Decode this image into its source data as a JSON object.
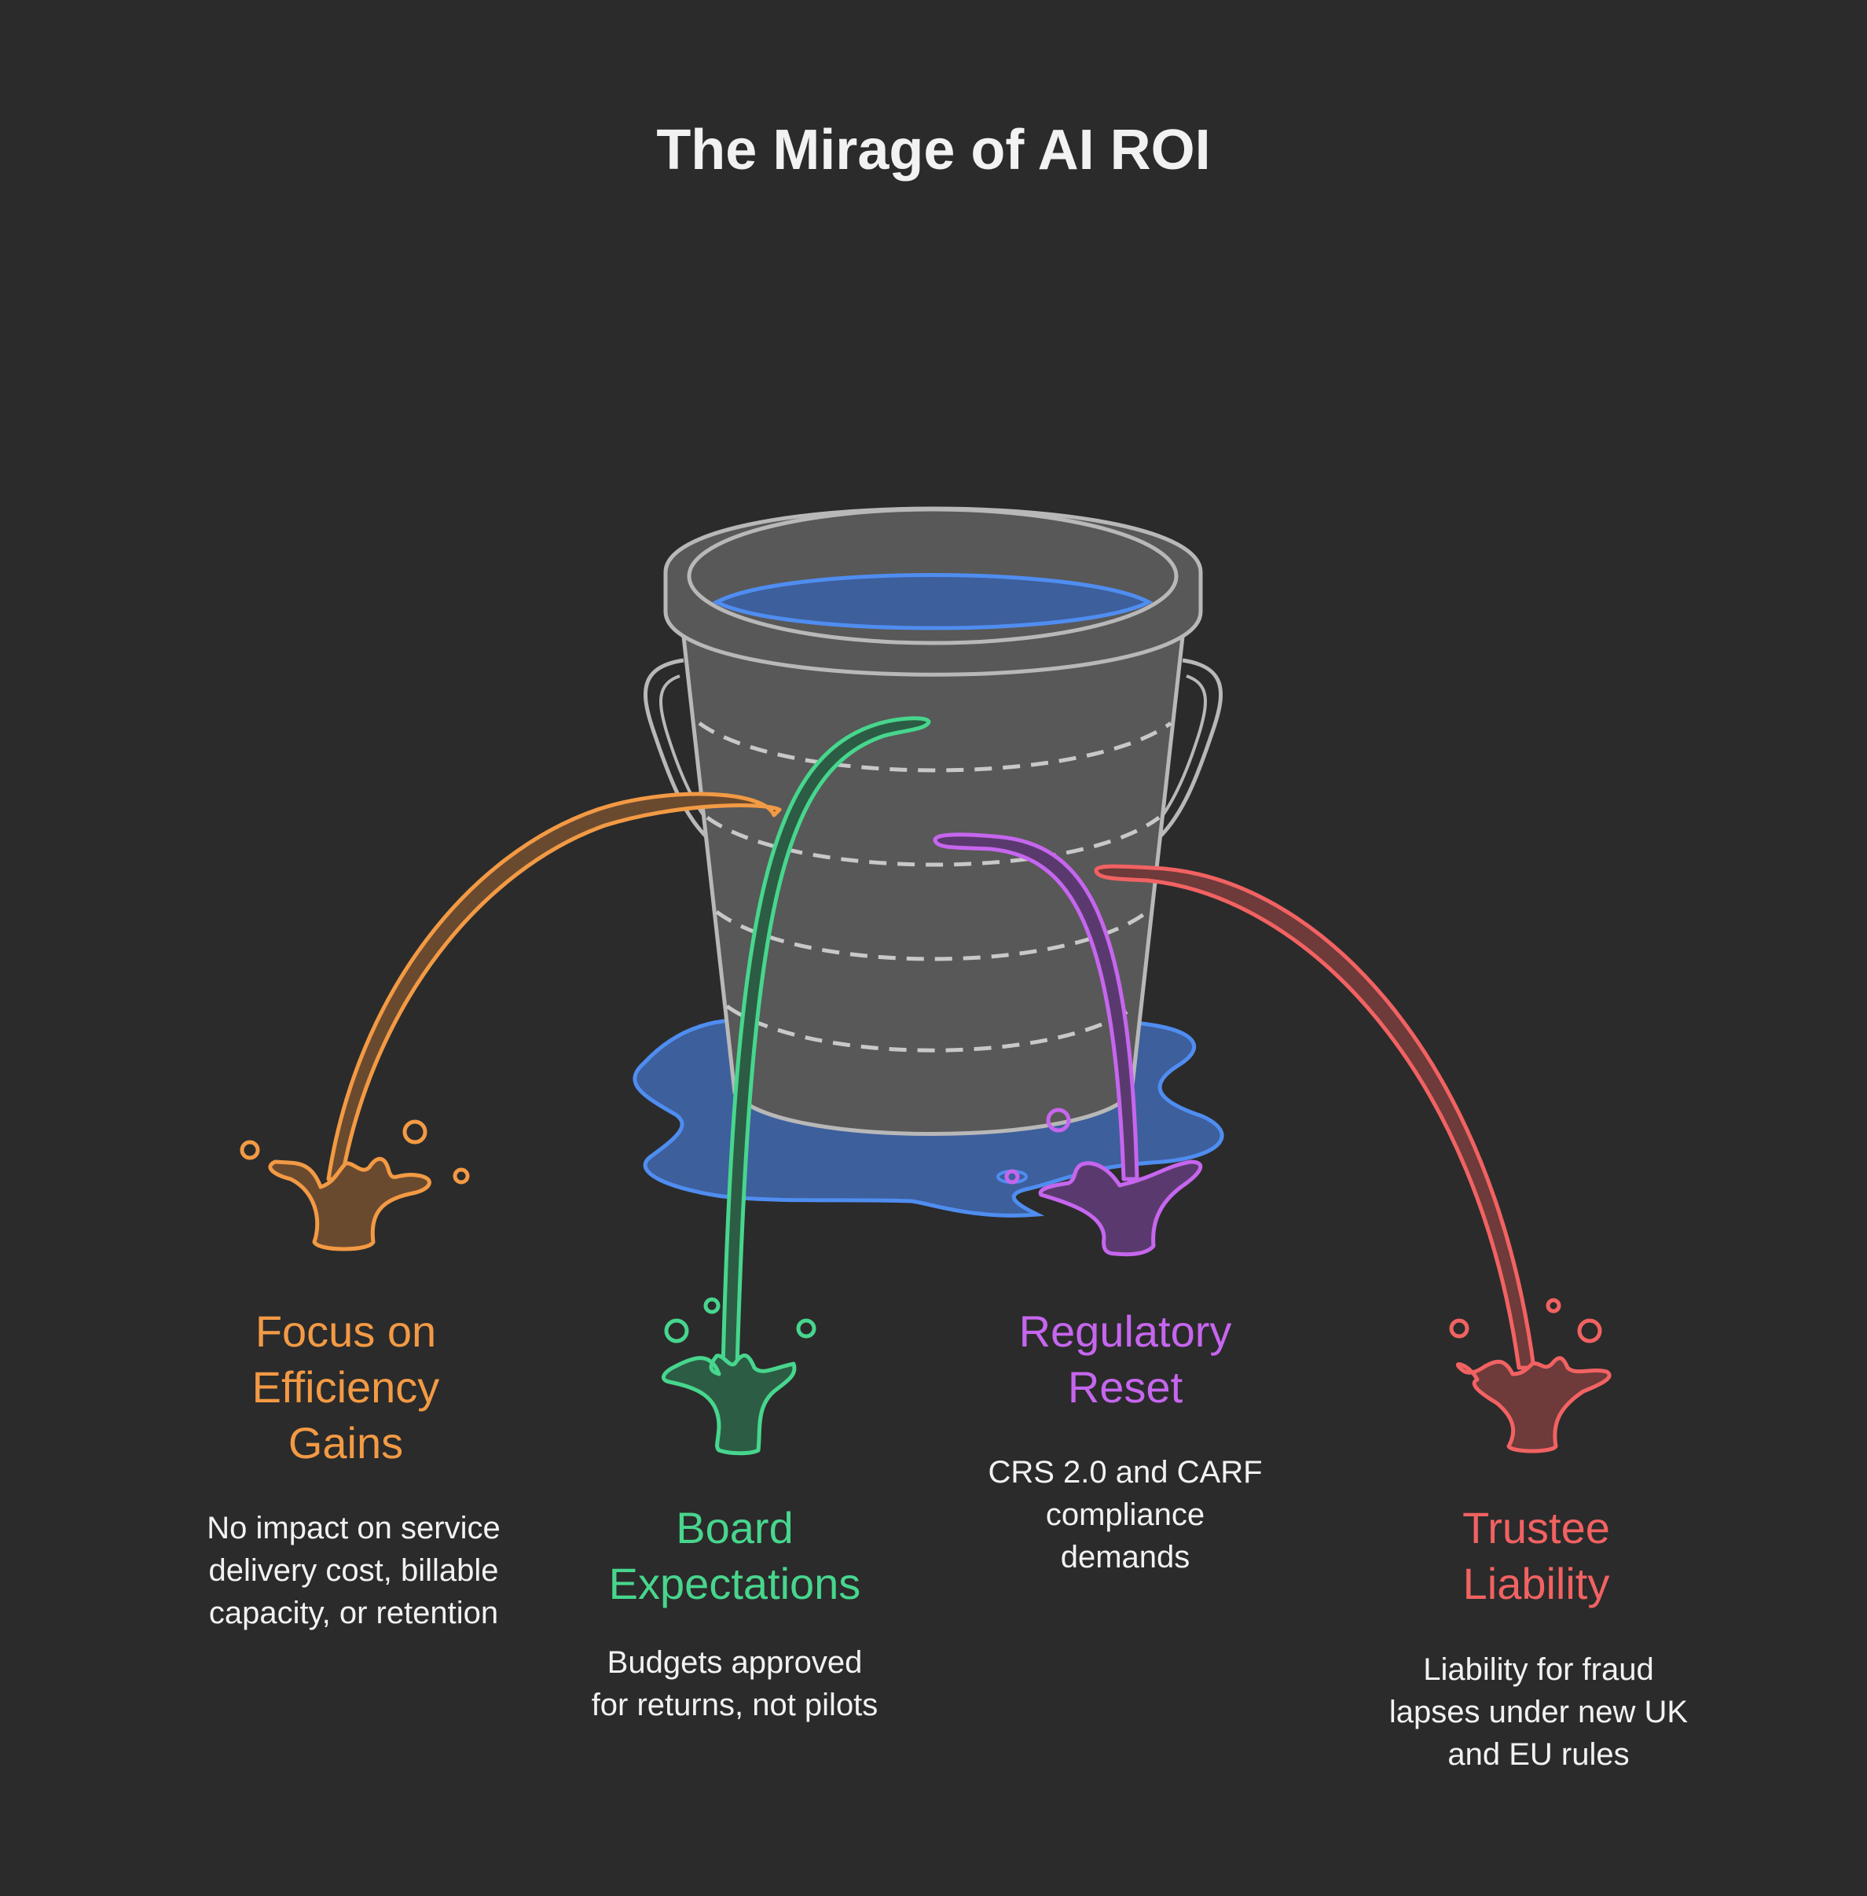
{
  "title": "The Mirage of AI ROI",
  "colors": {
    "background": "#2b2b2b",
    "bucket_fill": "#585858",
    "bucket_stroke": "#b8b8b8",
    "water": "#3d5f9c",
    "water_stroke": "#4f8df0",
    "orange": "#f39a44",
    "green": "#47d68d",
    "purple": "#c666ee",
    "red": "#f26262"
  },
  "items": [
    {
      "id": "efficiency",
      "color": "orange",
      "label": "Focus on Efficiency Gains",
      "label_lines": [
        "Focus on",
        "Efficiency",
        "Gains"
      ],
      "description_lines": [
        "No impact on service",
        "delivery cost, billable",
        "capacity, or retention"
      ]
    },
    {
      "id": "board",
      "color": "green",
      "label": "Board Expectations",
      "label_lines": [
        "Board",
        "Expectations"
      ],
      "description_lines": [
        "Budgets approved",
        "for returns, not pilots"
      ]
    },
    {
      "id": "regulatory",
      "color": "purple",
      "label": "Regulatory Reset",
      "label_lines": [
        "Regulatory",
        "Reset"
      ],
      "description_lines": [
        "CRS 2.0 and CARF",
        "compliance",
        "demands"
      ]
    },
    {
      "id": "trustee",
      "color": "red",
      "label": "Trustee Liability",
      "label_lines": [
        "Trustee",
        "Liability"
      ],
      "description_lines": [
        "Liability for fraud",
        "lapses under new UK",
        "and EU rules"
      ]
    }
  ]
}
